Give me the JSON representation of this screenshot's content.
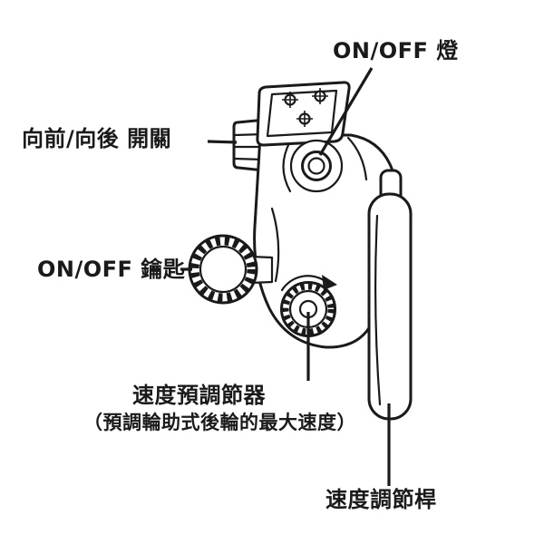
{
  "colors": {
    "ink": "#1a1a1a",
    "paper": "#ffffff"
  },
  "diagram": {
    "title": "scooter-tiller-control-diagram",
    "labels": {
      "onoff_light": "ON/OFF 燈",
      "forward_backward_switch": "向前/向後 開關",
      "onoff_key": "ON/OFF 鑰匙",
      "speed_preadjuster": "速度預調節器",
      "speed_preadjuster_note": "（預調輪助式後輪的最大速度）",
      "speed_lever": "速度調節桿"
    },
    "parts": [
      "mounting-bracket",
      "forward-backward-switch",
      "onoff-light",
      "onoff-key-knob",
      "speed-preadjuster-dial",
      "speed-adjust-lever"
    ]
  }
}
